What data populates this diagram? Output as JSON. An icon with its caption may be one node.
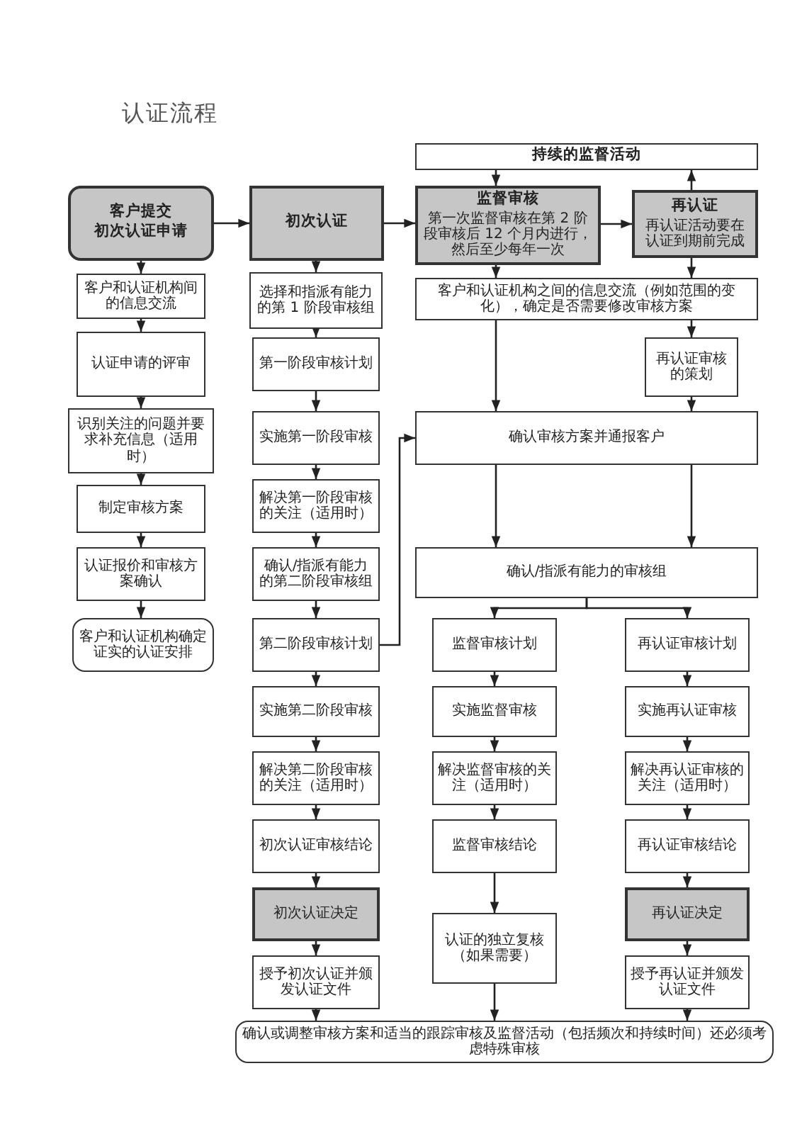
{
  "diagram": {
    "title": "认证流程",
    "nodes": [
      {
        "text": [
          "客户提交",
          "初次认证申请"
        ]
      },
      {
        "text": [
          "客户和认证机构间的信息交流"
        ]
      },
      {
        "text": [
          "认证申请的评审"
        ]
      },
      {
        "text": [
          "识别关注的问题并要求补充信息（适用时）"
        ]
      },
      {
        "text": [
          "制定审核方案"
        ]
      },
      {
        "text": [
          "认证报价和审核方案确认"
        ]
      },
      {
        "text": [
          "客户和认证机构确定证实的认证安排"
        ]
      },
      {
        "text": [
          "初次认证"
        ]
      },
      {
        "text": [
          "选择和指派有能力的第 1 阶段审核组"
        ]
      },
      {
        "text": [
          "第一阶段审核计划"
        ]
      },
      {
        "text": [
          "实施第一阶段审核"
        ]
      },
      {
        "text": [
          "解决第一阶段审核的关注（适用时）"
        ]
      },
      {
        "text": [
          "确认/指派有能力的第二阶段审核组"
        ]
      },
      {
        "text": [
          "第二阶段审核计划"
        ]
      },
      {
        "text": [
          "实施第二阶段审核"
        ]
      },
      {
        "text": [
          "解决第二阶段审核的关注（适用时）"
        ]
      },
      {
        "text": [
          "初次认证审核结论"
        ]
      },
      {
        "text": [
          "初次认证决定"
        ]
      },
      {
        "text": [
          "授予初次认证并颁发认证文件"
        ]
      },
      {
        "text": [
          "持续的监督活动"
        ]
      },
      {
        "text": [
          "监督审核",
          "第一次监督审核在第 2 阶段审核后 12 个月内进行，然后至少每年一次"
        ]
      },
      {
        "text": [
          "再认证",
          "再认证活动要在认证到期前完成"
        ]
      },
      {
        "text": [
          "客户和认证机构之间的信息交流（例如范围的变化），确定是否需要修改审核方案"
        ]
      },
      {
        "text": [
          "再认证审核的策划"
        ]
      },
      {
        "text": [
          "确认审核方案并通报客户"
        ]
      },
      {
        "text": [
          "确认/指派有能力的审核组"
        ]
      },
      {
        "text": [
          "监督审核计划"
        ]
      },
      {
        "text": [
          "实施监督审核"
        ]
      },
      {
        "text": [
          "解决监督审核的关注（适用时）"
        ]
      },
      {
        "text": [
          "监督审核结论"
        ]
      },
      {
        "text": [
          "认证的独立复核（如果需要）"
        ]
      },
      {
        "text": [
          "再认证审核计划"
        ]
      },
      {
        "text": [
          "实施再认证审核"
        ]
      },
      {
        "text": [
          "解决再认证审核的关注（适用时）"
        ]
      },
      {
        "text": [
          "再认证审核结论"
        ]
      },
      {
        "text": [
          "再认证决定"
        ]
      },
      {
        "text": [
          "授予再认证并颁发认证文件"
        ]
      },
      {
        "text": [
          "确认或调整审核方案和适当的跟踪审核及监督活动（包括频次和持续时间）还必须考虑特殊审核"
        ]
      }
    ],
    "edges": [
      {
        "from": 0,
        "to": 7,
        "arrow": "to"
      },
      {
        "from": 7,
        "to": 20,
        "arrow": "to"
      },
      {
        "from": 20,
        "to": 21,
        "arrow": "to"
      },
      {
        "from": 21,
        "to": 19,
        "arrow": "to"
      },
      {
        "from": 19,
        "to": 20,
        "arrow": "to"
      },
      {
        "from": 0,
        "to": 1,
        "arrow": "to"
      },
      {
        "from": 1,
        "to": 2,
        "arrow": "to"
      },
      {
        "from": 2,
        "to": 3,
        "arrow": "to"
      },
      {
        "from": 3,
        "to": 4,
        "arrow": "to"
      },
      {
        "from": 4,
        "to": 5,
        "arrow": "to"
      },
      {
        "from": 5,
        "to": 6,
        "arrow": "to"
      },
      {
        "from": 7,
        "to": 8,
        "arrow": "to"
      },
      {
        "from": 8,
        "to": 9,
        "arrow": "to"
      },
      {
        "from": 9,
        "to": 10,
        "arrow": "to"
      },
      {
        "from": 10,
        "to": 11,
        "arrow": "to"
      },
      {
        "from": 11,
        "to": 12,
        "arrow": "to"
      },
      {
        "from": 12,
        "to": 13,
        "arrow": "to"
      },
      {
        "from": 13,
        "to": 14,
        "arrow": "to"
      },
      {
        "from": 14,
        "to": 15,
        "arrow": "to"
      },
      {
        "from": 15,
        "to": 16,
        "arrow": "to"
      },
      {
        "from": 16,
        "to": 17,
        "arrow": "to"
      },
      {
        "from": 17,
        "to": 18,
        "arrow": "to"
      },
      {
        "from": 18,
        "to": 37,
        "arrow": "to"
      },
      {
        "from": 13,
        "to": 24,
        "arrow": "to"
      },
      {
        "from": 20,
        "to": 22,
        "arrow": "to"
      },
      {
        "from": 21,
        "to": 22,
        "arrow": "to"
      },
      {
        "from": 22,
        "to": 24,
        "arrow": "to"
      },
      {
        "from": 22,
        "to": 23,
        "arrow": "to"
      },
      {
        "from": 23,
        "to": 24,
        "arrow": "to"
      },
      {
        "from": 24,
        "to": 25,
        "arrow": "to"
      },
      {
        "from": 24,
        "to": 25,
        "arrow": "to"
      },
      {
        "from": 25,
        "to": 26,
        "arrow": "to"
      },
      {
        "from": 25,
        "to": 31,
        "arrow": "to"
      },
      {
        "from": 26,
        "to": 27,
        "arrow": "to"
      },
      {
        "from": 27,
        "to": 28,
        "arrow": "to"
      },
      {
        "from": 28,
        "to": 29,
        "arrow": "to"
      },
      {
        "from": 29,
        "to": 30,
        "arrow": "to"
      },
      {
        "from": 30,
        "to": 37,
        "arrow": "to"
      },
      {
        "from": 31,
        "to": 32,
        "arrow": "to"
      },
      {
        "from": 32,
        "to": 33,
        "arrow": "to"
      },
      {
        "from": 33,
        "to": 34,
        "arrow": "to"
      },
      {
        "from": 34,
        "to": 35,
        "arrow": "to"
      },
      {
        "from": 35,
        "to": 36,
        "arrow": "to"
      },
      {
        "from": 36,
        "to": 37,
        "arrow": "to"
      }
    ]
  }
}
